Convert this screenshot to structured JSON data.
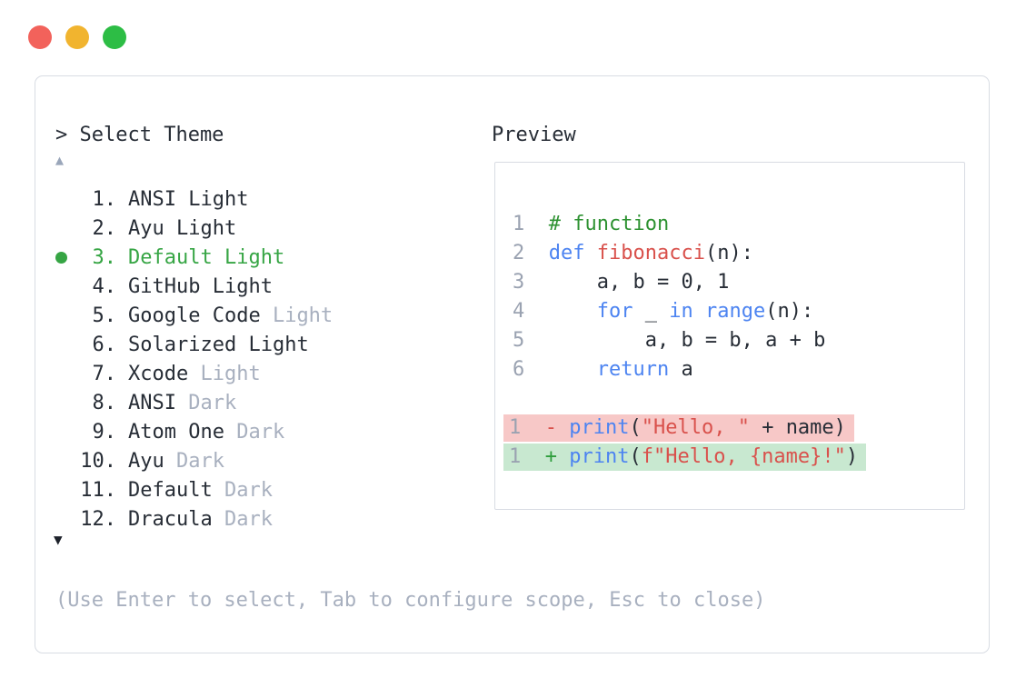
{
  "window": {
    "traffic_lights": [
      {
        "name": "close",
        "color": "#f2625b"
      },
      {
        "name": "minimize",
        "color": "#f1b42f"
      },
      {
        "name": "zoom",
        "color": "#2dbd45"
      }
    ]
  },
  "theme_selector": {
    "prompt": "> Select Theme",
    "scroll_up": "▲",
    "scroll_down": "▼",
    "items": [
      {
        "number": "1.",
        "name": "ANSI",
        "variant": "Light",
        "variant_muted": false,
        "selected": false
      },
      {
        "number": "2.",
        "name": "Ayu",
        "variant": "Light",
        "variant_muted": false,
        "selected": false
      },
      {
        "number": "3.",
        "name": "Default",
        "variant": "Light",
        "variant_muted": false,
        "selected": true
      },
      {
        "number": "4.",
        "name": "GitHub",
        "variant": "Light",
        "variant_muted": false,
        "selected": false
      },
      {
        "number": "5.",
        "name": "Google Code",
        "variant": "Light",
        "variant_muted": true,
        "selected": false
      },
      {
        "number": "6.",
        "name": "Solarized",
        "variant": "Light",
        "variant_muted": false,
        "selected": false
      },
      {
        "number": "7.",
        "name": "Xcode",
        "variant": "Light",
        "variant_muted": true,
        "selected": false
      },
      {
        "number": "8.",
        "name": "ANSI",
        "variant": "Dark",
        "variant_muted": true,
        "selected": false
      },
      {
        "number": "9.",
        "name": "Atom One",
        "variant": "Dark",
        "variant_muted": true,
        "selected": false
      },
      {
        "number": "10.",
        "name": "Ayu",
        "variant": "Dark",
        "variant_muted": true,
        "selected": false
      },
      {
        "number": "11.",
        "name": "Default",
        "variant": "Dark",
        "variant_muted": true,
        "selected": false
      },
      {
        "number": "12.",
        "name": "Dracula",
        "variant": "Dark",
        "variant_muted": true,
        "selected": false
      }
    ],
    "help_text": "(Use Enter to select, Tab to configure scope, Esc to close)"
  },
  "preview": {
    "title": "Preview",
    "code_lines": [
      {
        "num": "1",
        "tokens": [
          {
            "text": "# function",
            "color": "green"
          }
        ]
      },
      {
        "num": "2",
        "tokens": [
          {
            "text": "def",
            "color": "blue"
          },
          {
            "text": " ",
            "color": "dark"
          },
          {
            "text": "fibonacci",
            "color": "red"
          },
          {
            "text": "(n):",
            "color": "dark"
          }
        ]
      },
      {
        "num": "3",
        "tokens": [
          {
            "text": "    a, b = 0, 1",
            "color": "dark"
          }
        ]
      },
      {
        "num": "4",
        "tokens": [
          {
            "text": "    ",
            "color": "dark"
          },
          {
            "text": "for",
            "color": "blue"
          },
          {
            "text": " _ ",
            "color": "dark"
          },
          {
            "text": "in",
            "color": "blue"
          },
          {
            "text": " ",
            "color": "dark"
          },
          {
            "text": "range",
            "color": "blue"
          },
          {
            "text": "(n):",
            "color": "dark"
          }
        ]
      },
      {
        "num": "5",
        "tokens": [
          {
            "text": "        a, b = b, a + b",
            "color": "dark"
          }
        ]
      },
      {
        "num": "6",
        "tokens": [
          {
            "text": "    ",
            "color": "dark"
          },
          {
            "text": "return",
            "color": "blue"
          },
          {
            "text": " a",
            "color": "dark"
          }
        ]
      },
      {
        "blank": true
      },
      {
        "num": "1",
        "diff": "removed",
        "tokens": [
          {
            "text": "- ",
            "color": "red"
          },
          {
            "text": "print",
            "color": "blue"
          },
          {
            "text": "(",
            "color": "dark"
          },
          {
            "text": "\"Hello, \"",
            "color": "red"
          },
          {
            "text": " + name)",
            "color": "dark"
          }
        ]
      },
      {
        "num": "1",
        "diff": "added",
        "tokens": [
          {
            "text": "+ ",
            "color": "plus"
          },
          {
            "text": "print",
            "color": "blue"
          },
          {
            "text": "(",
            "color": "dark"
          },
          {
            "text": "f\"Hello, {name}!\"",
            "color": "red"
          },
          {
            "text": ")",
            "color": "dark"
          }
        ]
      }
    ]
  },
  "colors": {
    "text_dark": "#272d36",
    "text_muted": "#a8b0bf",
    "line_number": "#9aa2b1",
    "selected_green": "#36a544",
    "comment_green": "#2e9232",
    "added_green": "#2e9e3c",
    "keyword_blue": "#4d84f1",
    "string_red": "#d9514c",
    "diff_removed_bg": "#f7c8c7",
    "diff_added_bg": "#c8e8d0",
    "panel_border": "#d8dce3"
  }
}
